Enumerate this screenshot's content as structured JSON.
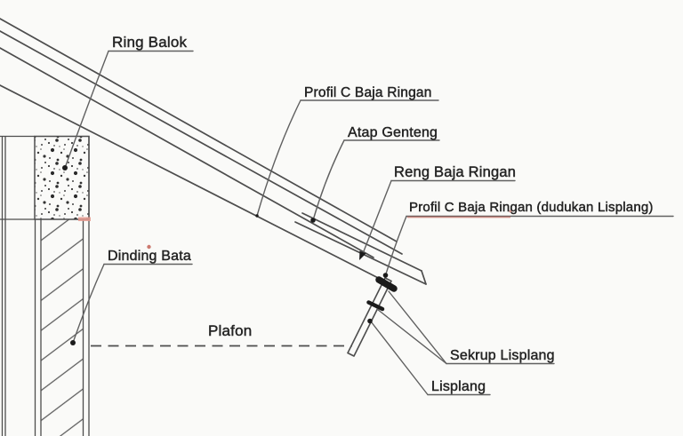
{
  "colors": {
    "background": "#fafaf8",
    "line": "#4d4d4d",
    "leader": "#606060",
    "text": "#242424",
    "ink": "#1b1b1b",
    "accent-red": "#c0594c"
  },
  "labels": {
    "ring_balok": "Ring Balok",
    "profil_c": "Profil C Baja Ringan",
    "atap_genteng": "Atap Genteng",
    "reng": "Reng Baja Ringan",
    "dudukan": "Profil C Baja Ringan (dudukan Lisplang)",
    "dinding_bata": "Dinding Bata",
    "plafon": "Plafon",
    "sekrup": "Sekrup Lisplang",
    "lisplang": "Lisplang"
  }
}
